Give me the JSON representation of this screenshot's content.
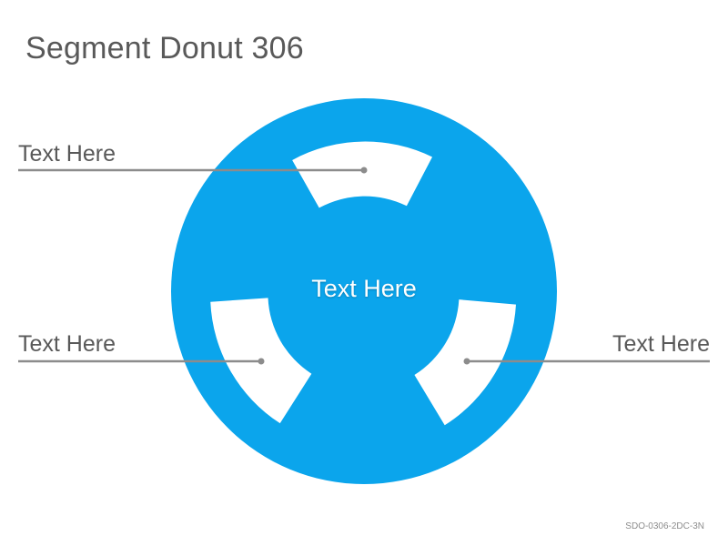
{
  "title": "Segment Donut 306",
  "center_label": "Text Here",
  "callouts": [
    {
      "label": "Text Here"
    },
    {
      "label": "Text Here"
    },
    {
      "label": "Text Here"
    }
  ],
  "footer_code": "SDO-0306-2DC-3N",
  "colors": {
    "disc": "#0ba5ec",
    "segment": "#ffffff",
    "callout_line": "#8c8c8c",
    "text": "#595959"
  }
}
